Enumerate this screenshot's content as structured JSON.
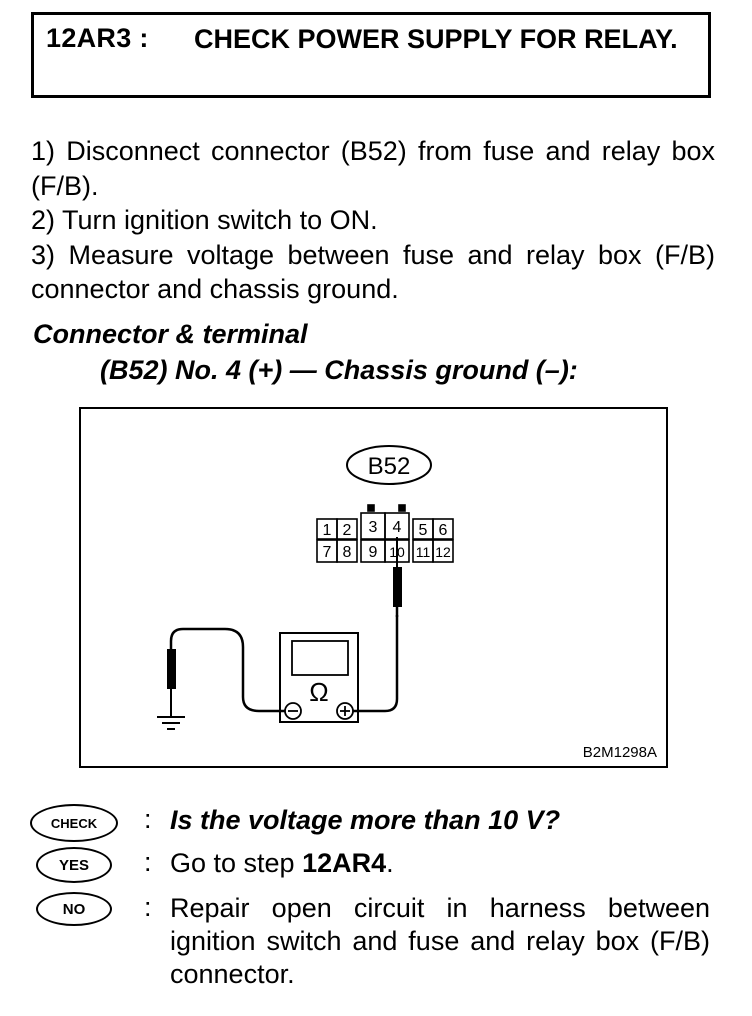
{
  "header": {
    "step_code": "12AR3 :",
    "title": "CHECK POWER SUPPLY FOR RELAY."
  },
  "steps": [
    "1) Disconnect connector (B52) from fuse and relay box (F/B).",
    "2) Turn ignition switch to ON.",
    "3) Measure voltage between fuse and relay box (F/B) connector and chassis ground."
  ],
  "connector": {
    "heading": "Connector & terminal",
    "terminal": "(B52) No. 4 (+) — Chassis ground (–):"
  },
  "figure": {
    "connector_label": "B52",
    "terminals_top": [
      "1",
      "2",
      "3",
      "4",
      "5",
      "6"
    ],
    "terminals_bottom": [
      "7",
      "8",
      "9",
      "10",
      "11",
      "12"
    ],
    "meter_symbol": "Ω",
    "negative_symbol": "−",
    "positive_symbol": "+",
    "figure_code": "B2M1298A"
  },
  "qa": {
    "check_badge": "CHECK",
    "check_text": "Is the voltage more than 10 V?",
    "yes_badge": "YES",
    "yes_prefix": "Go to step ",
    "yes_step": "12AR4",
    "yes_suffix": ".",
    "no_badge": "NO",
    "no_text": "Repair open circuit in harness between ignition switch and fuse and relay box (F/B) connector.",
    "colon": ":"
  }
}
